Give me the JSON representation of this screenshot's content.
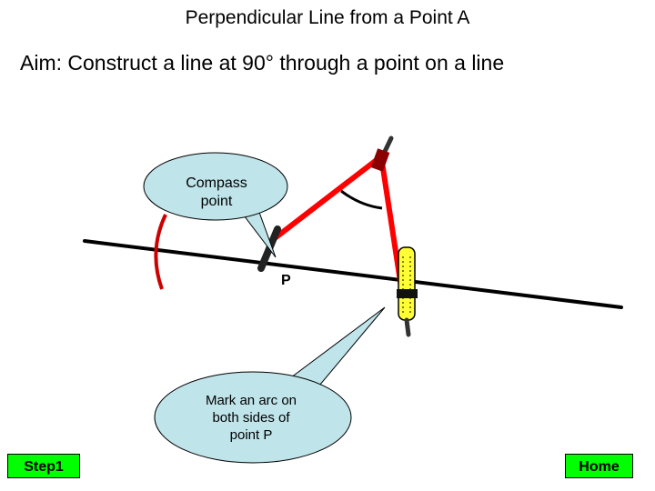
{
  "header": {
    "title": "Perpendicular Line from a Point A",
    "aim": "Aim: Construct a line at 90° through a point on a line"
  },
  "diagram": {
    "callout_compass": [
      "Compass",
      "point"
    ],
    "point_label": "P",
    "callout_arc": [
      "Mark an arc on",
      "both sides of",
      "point P"
    ],
    "colors": {
      "line": "#000000",
      "compass_arm": "#ff0000",
      "compass_hinge": "#8b0000",
      "arc": "#cc0000",
      "callout_fill": "#bfe4ea",
      "pencil": "#ffff33"
    }
  },
  "nav": {
    "step_label": "Step1",
    "home_label": "Home",
    "button_color": "#00ff00"
  }
}
